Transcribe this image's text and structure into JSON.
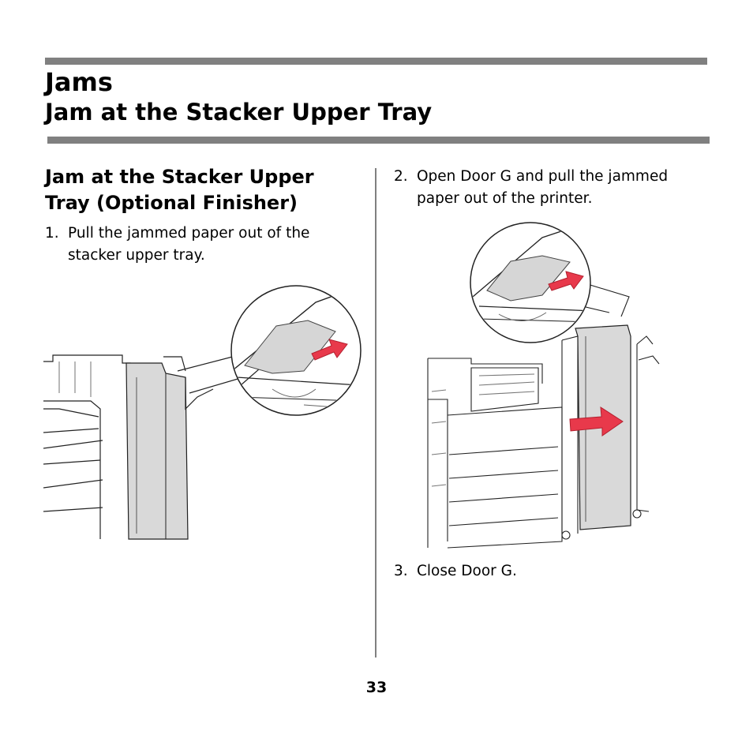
{
  "header": {
    "chapter_title": "Jams",
    "section_title": "Jam at the Stacker Upper Tray"
  },
  "left_column": {
    "heading": "Jam at the Stacker Upper Tray (Optional Finisher)",
    "steps": [
      {
        "number": "1.",
        "text": "Pull the jammed paper out of the stacker upper tray."
      }
    ]
  },
  "right_column": {
    "steps": [
      {
        "number": "2.",
        "text": "Open Door G and pull the jammed paper out of the printer."
      },
      {
        "number": "3.",
        "text": "Close Door G."
      }
    ]
  },
  "footer": {
    "page_number": "33"
  },
  "colors": {
    "rule": "#808080",
    "arrow": "#e8394b",
    "door": "#d9d9d9"
  }
}
